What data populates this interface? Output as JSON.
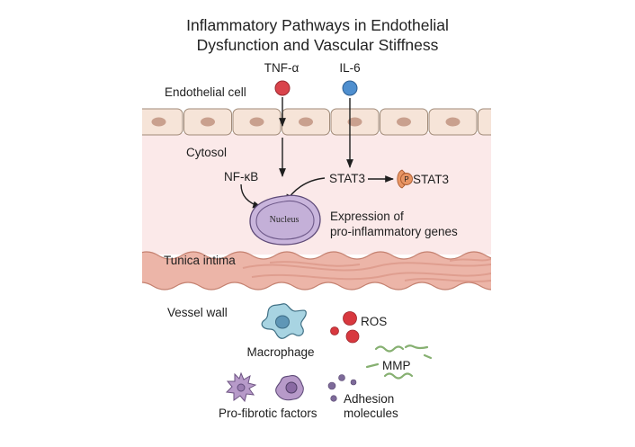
{
  "title": {
    "line1": "Inflammatory Pathways in Endothelial",
    "line2": "Dysfunction and Vascular Stiffness"
  },
  "labels": {
    "tnf": "TNF-α",
    "il6": "IL-6",
    "endothelial_cell": "Endothelial cell",
    "cytosol": "Cytosol",
    "nfkb": "NF-κB",
    "stat3": "STAT3",
    "pstat3": "STAT3",
    "phospho": "P",
    "nucleus": "Nucleus",
    "expression_line1": "Expression of",
    "expression_line2": "pro-inflammatory genes",
    "tunica_intima": "Tunica intima",
    "vessel_wall": "Vessel wall",
    "macrophage": "Macrophage",
    "ros": "ROS",
    "mmp": "MMP",
    "pro_fibrotic": "Pro-fibrotic factors",
    "adhesion_line1": "Adhesion",
    "adhesion_line2": "molecules"
  },
  "colors": {
    "tnf": "#d9434b",
    "il6": "#4f8fcf",
    "cell_fill": "#f6e4d8",
    "cell_stroke": "#a08a78",
    "cell_nucleus": "#c9a08e",
    "cytosol": "#fbe9e9",
    "intima": "#eab0a3",
    "intima_stroke": "#c4806f",
    "nucleus_fill": "#c9b5dc",
    "nucleus_stroke": "#6f5a8a",
    "pstat3": "#e89564",
    "macrophage": "#a8d4e2",
    "macrophage_core": "#5f96b6",
    "ros": "#d8383f",
    "mmp": "#86b071",
    "fibrotic": "#b79ac9",
    "adhesion": "#7d6a99"
  },
  "endothelial_cells": 8
}
